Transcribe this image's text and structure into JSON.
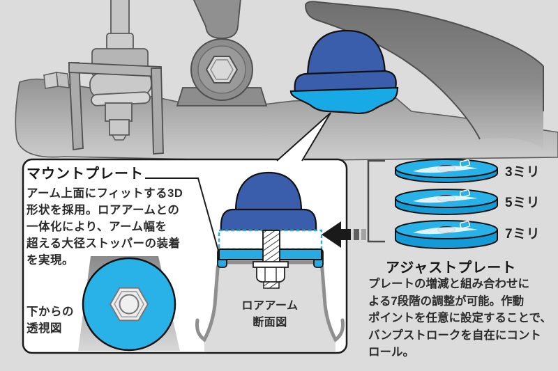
{
  "colors": {
    "background": "#dcdcdc",
    "accent_cyan": "#29abe2",
    "accent_blue": "#3a5dac",
    "outline": "#1a1a1a",
    "panel_background": "#ffffff"
  },
  "mount_plate_panel": {
    "title": "マウントプレート",
    "description_lines": [
      "アーム上面にフィットする3D",
      "形状を採用。ロアアームとの",
      "一体化により、アーム幅を",
      "超える大径ストッパーの装着",
      "を実現。"
    ],
    "bottom_view_caption_lines": [
      "下からの",
      "透視図"
    ],
    "cross_section_caption_lines": [
      "ロアアーム",
      "断面図"
    ]
  },
  "adjust_plate_section": {
    "title": "アジャストプレート",
    "description_lines": [
      "プレートの増減と組み合わせに",
      "よる7段階の調整が可能。作動",
      "ポイントを任意に設定することで、",
      "バンプストロークを自在にコント",
      "ロール。"
    ],
    "plates": [
      {
        "label": "3ミリ"
      },
      {
        "label": "5ミリ"
      },
      {
        "label": "7ミリ"
      }
    ]
  }
}
